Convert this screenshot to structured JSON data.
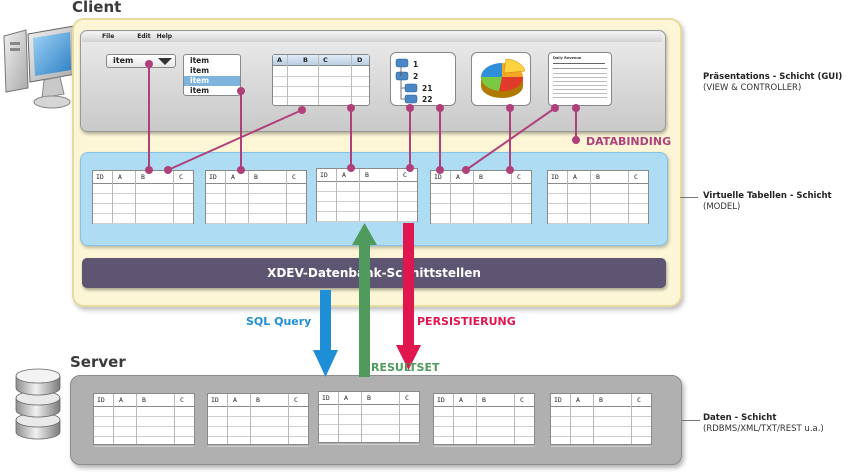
{
  "client": {
    "title": "Client"
  },
  "server": {
    "title": "Server"
  },
  "gui": {
    "menu": [
      "File",
      "Edit",
      "Help"
    ],
    "combo_value": "item",
    "list_items": [
      "item",
      "item",
      "item",
      "item"
    ],
    "grid_headers": [
      "A",
      "B",
      "C",
      "D"
    ],
    "tree_nodes": [
      "1",
      "2",
      "21",
      "22"
    ],
    "report_title": "Daily Revenue"
  },
  "layers": {
    "presentation": {
      "name": "Präsentations - Schicht (GUI)",
      "detail": "(VIEW & CONTROLLER)"
    },
    "model": {
      "name": "Virtuelle Tabellen - Schicht",
      "detail": "(MODEL)"
    },
    "data": {
      "name": "Daten - Schicht",
      "detail": "(RDBMS/XML/TXT/REST u.a.)"
    }
  },
  "databinding_label": "DATABINDING",
  "xdev_bar_label": "XDEV-Datenbank-Schnittstellen",
  "arrows": {
    "sql_query": {
      "label": "SQL Query",
      "color": "#1e8fd6"
    },
    "resultset": {
      "label": "RESULTSET",
      "color": "#4f9a5c"
    },
    "persistierung": {
      "label": "PERSISTIERUNG",
      "color": "#e0174f"
    }
  },
  "table_columns": [
    "ID",
    "A",
    "B",
    "C"
  ],
  "colors": {
    "binding": "#b0407a",
    "client_bg": "#fcf6d6",
    "model_bg": "#aedcf3",
    "xdev_bar": "#5e5572",
    "server_bg": "#b0b0b0"
  }
}
